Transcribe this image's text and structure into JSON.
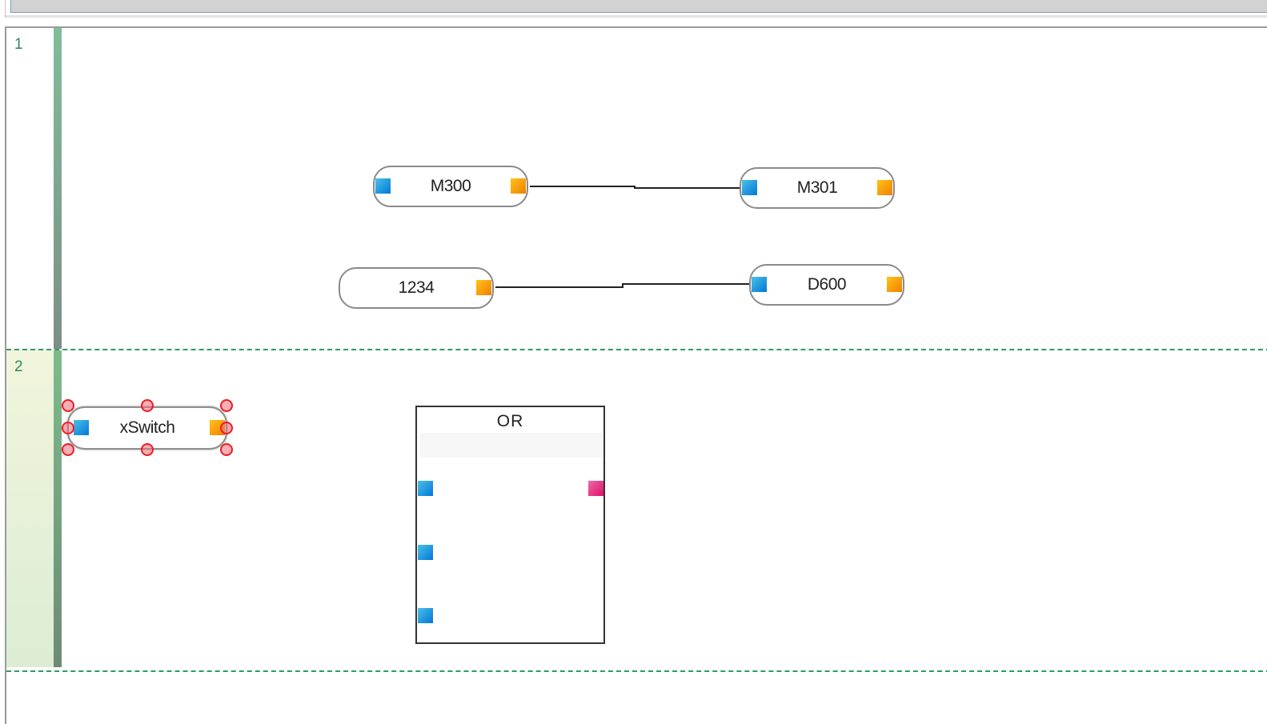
{
  "editor": {
    "type": "ladder-diagram-editor",
    "rungs": [
      {
        "number": "1",
        "nodes": [
          {
            "id": "m300",
            "label": "M300",
            "ports": [
              "in",
              "out"
            ]
          },
          {
            "id": "m301",
            "label": "M301",
            "ports": [
              "in",
              "out"
            ]
          },
          {
            "id": "const1234",
            "label": "1234",
            "ports": [
              "out"
            ]
          },
          {
            "id": "d600",
            "label": "D600",
            "ports": [
              "in",
              "out"
            ]
          }
        ],
        "connections": [
          {
            "from": "M300",
            "to": "M301"
          },
          {
            "from": "1234",
            "to": "D600"
          }
        ]
      },
      {
        "number": "2",
        "nodes": [
          {
            "id": "xswitch",
            "label": "xSwitch",
            "ports": [
              "in",
              "out"
            ],
            "selected": true
          }
        ],
        "blocks": [
          {
            "id": "or",
            "title": "OR",
            "inputs": 3,
            "outputs": 1
          }
        ]
      }
    ]
  },
  "colors": {
    "input_port": "#0a8ee0",
    "output_port": "#f59a00",
    "block_output_port": "#e8207e",
    "rung_separator": "#2e9a62",
    "rung_number": "#2c8a5a",
    "selection_handle": "#ee1c24"
  }
}
